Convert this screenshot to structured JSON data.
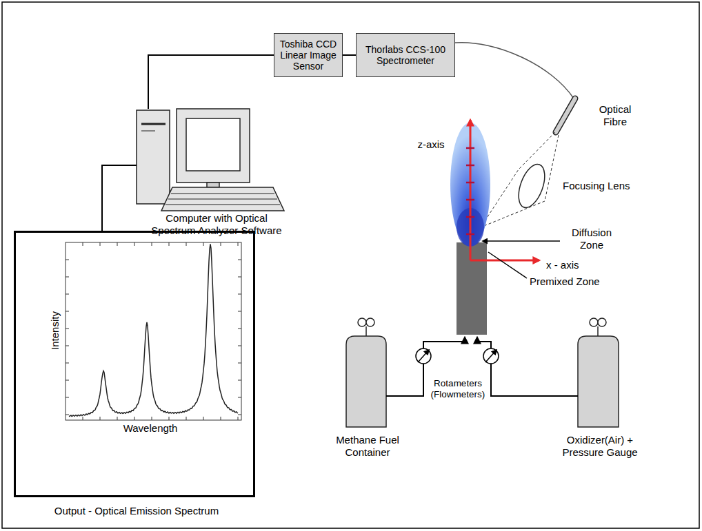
{
  "diagram": {
    "nodes": [
      {
        "text": [
          "Toshiba CCD Linear Image Sensor"
        ]
      },
      {
        "text": [
          "Thorlabs CCS-100 Spectrometer"
        ]
      },
      {
        "text": [
          "Computer with Optical Spectrum Analyzer Software"
        ]
      },
      {
        "text": [
          "Output - Optical Emission Spectrum"
        ]
      },
      {
        "text": [
          "Methane Fuel Container"
        ]
      },
      {
        "text": [
          "Oxidizer(Air) + Pressure Gauge"
        ]
      }
    ],
    "edges": [
      {
        "from": 2,
        "to": 0,
        "arrow": "none"
      },
      {
        "from": 0,
        "to": 1,
        "arrow": "none"
      },
      {
        "from": 2,
        "to": 3,
        "arrow": "none"
      }
    ],
    "labels": [
      "Optical Fibre",
      "z-axis",
      "Focusing Lens",
      "Diffusion Zone",
      "x - axis",
      "Premixed Zone",
      "Rotameters (Flowmeters)",
      "Intensity",
      "Wavelength"
    ]
  }
}
